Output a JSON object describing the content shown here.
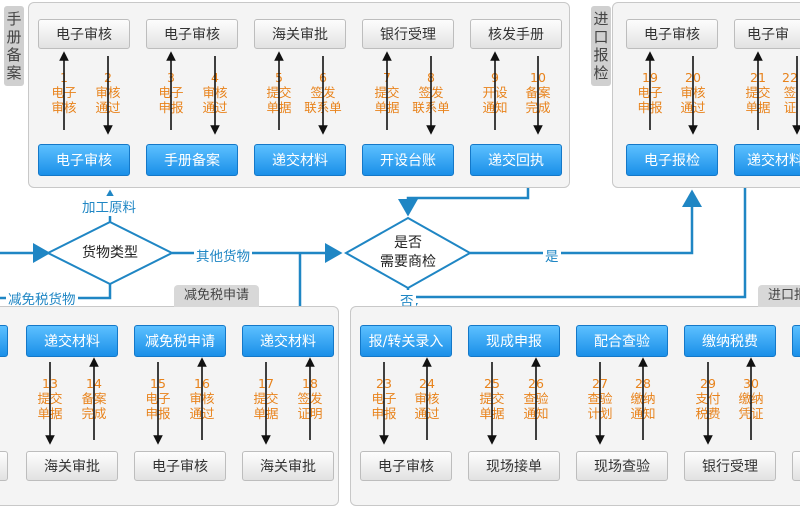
{
  "panels": {
    "handbook": {
      "label": "手册备案"
    },
    "import_inspect": {
      "label": "进口报检"
    },
    "exemption": {
      "label": "减免税申请"
    },
    "import_declare": {
      "label": "进口报"
    }
  },
  "handbook": {
    "top": [
      "电子审核",
      "电子审核",
      "海关审批",
      "银行受理",
      "核发手册"
    ],
    "bottom": [
      "电子审核",
      "手册备案",
      "递交材料",
      "开设台账",
      "递交回执"
    ],
    "steps": [
      {
        "num": "1",
        "text": "电子\n审核"
      },
      {
        "num": "2",
        "text": "审核\n通过"
      },
      {
        "num": "3",
        "text": "电子\n申报"
      },
      {
        "num": "4",
        "text": "审核\n通过"
      },
      {
        "num": "5",
        "text": "提交\n单据"
      },
      {
        "num": "6",
        "text": "签发\n联系单"
      },
      {
        "num": "7",
        "text": "提交\n单据"
      },
      {
        "num": "8",
        "text": "签发\n联系单"
      },
      {
        "num": "9",
        "text": "开设\n通知"
      },
      {
        "num": "10",
        "text": "备案\n完成"
      }
    ]
  },
  "import_inspect": {
    "top": [
      "电子审核",
      "电子审"
    ],
    "bottom": [
      "电子报检",
      "递交材料"
    ],
    "steps": [
      {
        "num": "19",
        "text": "电子\n申报"
      },
      {
        "num": "20",
        "text": "审核\n通过"
      },
      {
        "num": "21",
        "text": "提交\n单据"
      },
      {
        "num": "22",
        "text": "签\n证"
      }
    ]
  },
  "exemption": {
    "top": [
      "递交材料",
      "减免税申请",
      "递交材料"
    ],
    "bottom": [
      "海关审批",
      "电子审核",
      "海关审批"
    ],
    "steps": [
      {
        "num": "13",
        "text": "提交\n单据"
      },
      {
        "num": "14",
        "text": "备案\n完成"
      },
      {
        "num": "15",
        "text": "电子\n申报"
      },
      {
        "num": "16",
        "text": "审核\n通过"
      },
      {
        "num": "17",
        "text": "提交\n单据"
      },
      {
        "num": "18",
        "text": "签发\n证明"
      }
    ]
  },
  "import_declare": {
    "top": [
      "报/转关录入",
      "现成申报",
      "配合查验",
      "缴纳税费"
    ],
    "bottom": [
      "电子审核",
      "现场接单",
      "现场查验",
      "银行受理"
    ],
    "steps": [
      {
        "num": "23",
        "text": "电子\n申报"
      },
      {
        "num": "24",
        "text": "审核\n通过"
      },
      {
        "num": "25",
        "text": "提交\n单据"
      },
      {
        "num": "26",
        "text": "查验\n通知"
      },
      {
        "num": "27",
        "text": "查验\n计划"
      },
      {
        "num": "28",
        "text": "缴纳\n通知"
      },
      {
        "num": "29",
        "text": "支付\n税费"
      },
      {
        "num": "30",
        "text": "缴纳\n凭证"
      }
    ]
  },
  "decisions": {
    "goods_type": "货物类型",
    "inspect_q": "是否\n需要商检"
  },
  "flow_labels": {
    "processing": "加工原料",
    "other_goods": "其他货物",
    "exempt_goods": "减免税货物",
    "yes": "是",
    "no": "否"
  },
  "colors": {
    "blue": "#1a8fe8",
    "orange": "#e8821a",
    "line": "#1f86c4"
  }
}
